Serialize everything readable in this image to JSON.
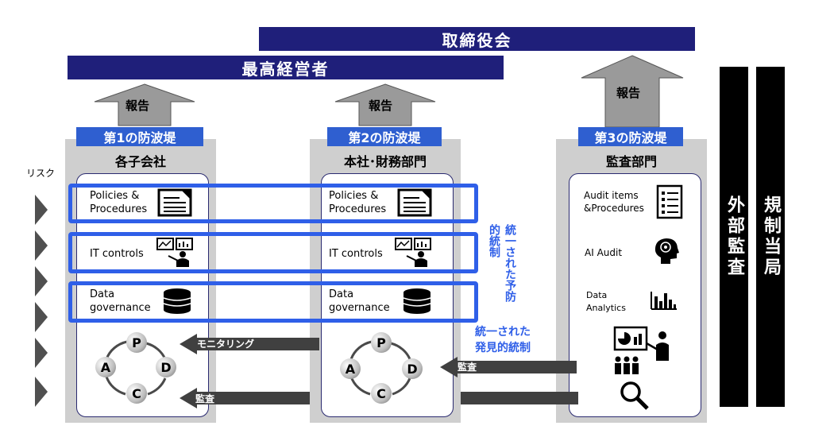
{
  "board": "取締役会",
  "management": "最高経営者",
  "report_label": "報告",
  "lines": [
    {
      "line": "第1の防波堤",
      "dept": "各子会社"
    },
    {
      "line": "第2の防波堤",
      "dept": "本社･財務部門"
    },
    {
      "line": "第3の防波堤",
      "dept": "監査部門"
    }
  ],
  "controls": {
    "policies_l1": "Policies &",
    "policies_l2": "Procedures",
    "it_controls": "IT controls",
    "data_gov_l1": "Data",
    "data_gov_l2": "governance"
  },
  "audit": {
    "items_l1": "Audit items",
    "items_l2": "&Procedures",
    "ai_audit": "AI  Audit",
    "analytics_l1": "Data",
    "analytics_l2": "Analytics"
  },
  "pdca": {
    "p": "P",
    "d": "D",
    "c": "C",
    "a": "A"
  },
  "risk_label": "リスク",
  "preventive": "統一された予防的統制",
  "detective_l1": "統一された",
  "detective_l2": "発見的統制",
  "monitoring_label": "モニタリング",
  "audit_label": "監査",
  "external_audit": "外部監査",
  "regulator": "規制当局",
  "colors": {
    "navy": "#1f1f7a",
    "blue": "#2f5fe8",
    "gray": "#cfcfcf"
  }
}
